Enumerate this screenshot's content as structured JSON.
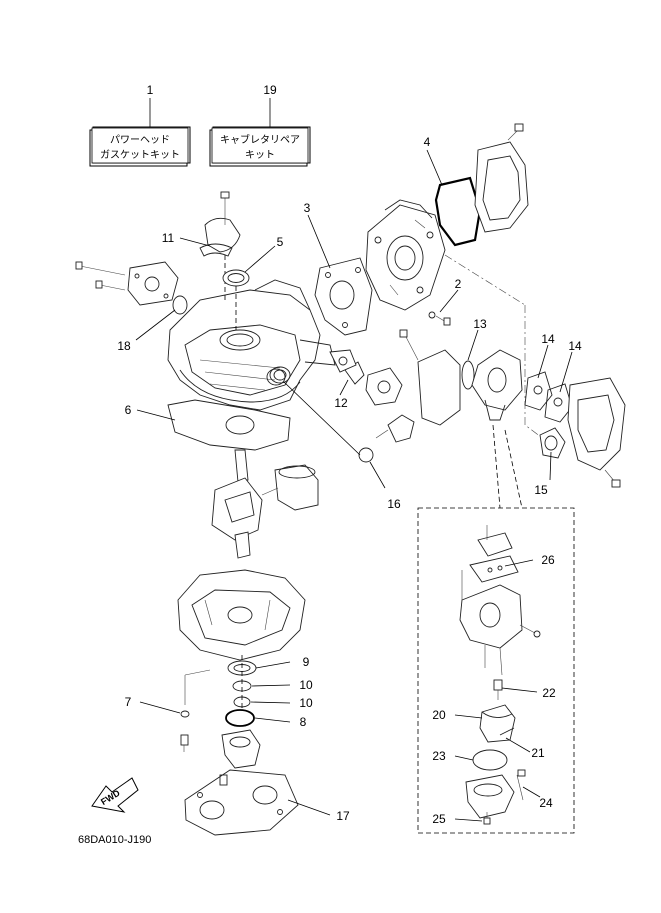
{
  "kits": [
    {
      "number": "1",
      "line1": "パワーヘッド",
      "line2": "ガスケットキット"
    },
    {
      "number": "19",
      "line1": "キャブレタリペア",
      "line2": "キット"
    }
  ],
  "callouts": {
    "c2": "2",
    "c3": "3",
    "c4": "4",
    "c5": "5",
    "c6": "6",
    "c7": "7",
    "c8": "8",
    "c9": "9",
    "c10a": "10",
    "c10b": "10",
    "c11": "11",
    "c12": "12",
    "c13": "13",
    "c14a": "14",
    "c14b": "14",
    "c15": "15",
    "c16": "16",
    "c17": "17",
    "c18": "18",
    "c20": "20",
    "c21": "21",
    "c22": "22",
    "c23": "23",
    "c24": "24",
    "c25": "25",
    "c26": "26"
  },
  "fwd_label": "FWD",
  "drawing_code": "68DA010-J190"
}
